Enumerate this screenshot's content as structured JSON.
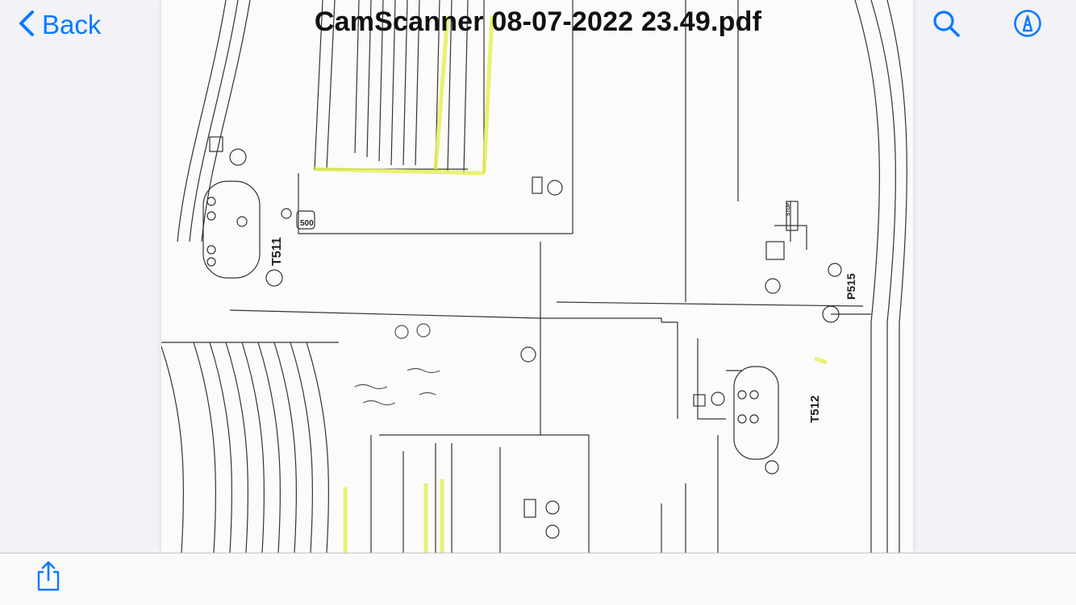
{
  "nav": {
    "back_label": "Back",
    "title": "CamScanner 08-07-2022 23.49.pdf"
  },
  "colors": {
    "accent": "#0a7aff",
    "highlight": "#e6f05a"
  },
  "icons": {
    "back": "chevron-left-icon",
    "search": "search-icon",
    "markup": "markup-pen-icon",
    "share": "share-icon"
  },
  "document": {
    "labels": {
      "t511": "T511",
      "t512": "T512",
      "p515": "P515",
      "v500": "500",
      "stop": "STOP"
    }
  }
}
